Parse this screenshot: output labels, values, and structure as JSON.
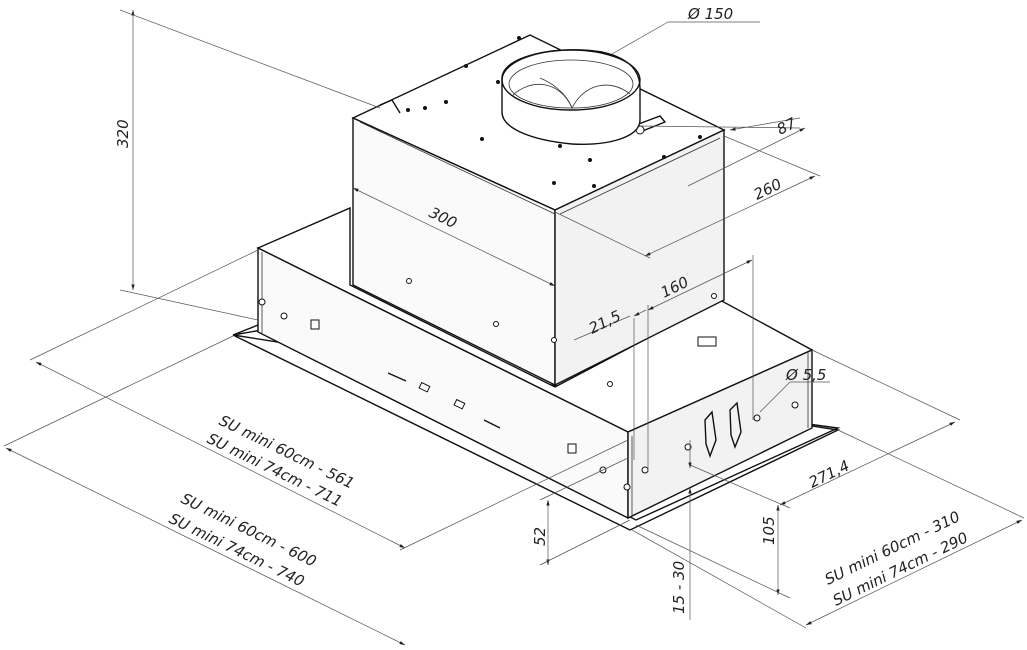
{
  "dimensions": {
    "duct_diameter": "Ø 150",
    "height_total": "320",
    "offset_87": "87",
    "depth_260": "260",
    "width_300": "300",
    "width_160": "160",
    "offset_21_5": "21,5",
    "hole_diameter": "Ø 5,5",
    "depth_271_4": "271,4",
    "cutout_width_60": "SU mini 60cm - 561",
    "cutout_width_74": "SU mini 74cm - 711",
    "overall_width_60": "SU mini 60cm - 600",
    "overall_width_74": "SU mini 74cm - 740",
    "overall_depth_60": "SU mini 60cm - 310",
    "overall_depth_74": "SU mini 74cm - 290",
    "height_52": "52",
    "height_105": "105",
    "flange_15_30": "15 - 30"
  }
}
